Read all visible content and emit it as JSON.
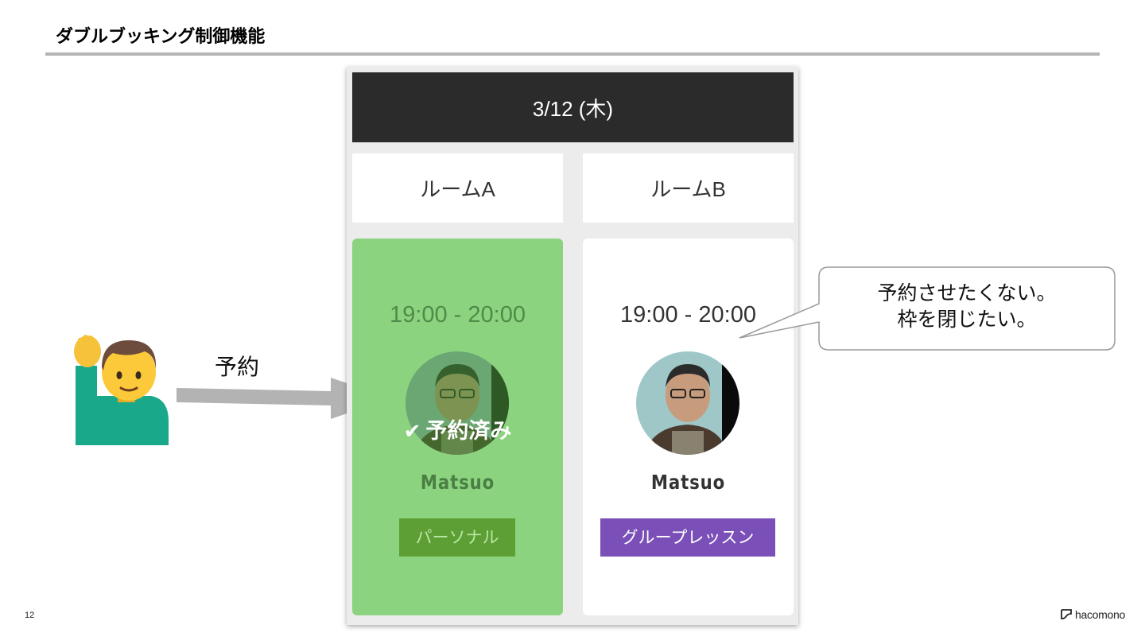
{
  "slide": {
    "title": "ダブルブッキング制御機能",
    "page_number": "12",
    "brand": "hacomono"
  },
  "schedule": {
    "date": "3/12 (木)",
    "rooms": [
      {
        "name": "ルームA",
        "time": "19:00 - 20:00",
        "instructor": "Matsuo",
        "status": "予約済み",
        "lesson_type": "パーソナル"
      },
      {
        "name": "ルームB",
        "time": "19:00 - 20:00",
        "instructor": "Matsuo",
        "lesson_type": "グループレッスン"
      }
    ]
  },
  "annotations": {
    "arrow_label": "予約",
    "bubble_line1": "予約させたくない。",
    "bubble_line2": "枠を閉じたい。"
  },
  "colors": {
    "booked_card": "#8cd37f",
    "personal_tag": "#5e9f35",
    "group_tag": "#7b4fb8",
    "date_header": "#2b2b2b"
  },
  "icons": [
    "person-raising-hand-icon",
    "checkmark-icon",
    "hacomono-logo-icon"
  ]
}
